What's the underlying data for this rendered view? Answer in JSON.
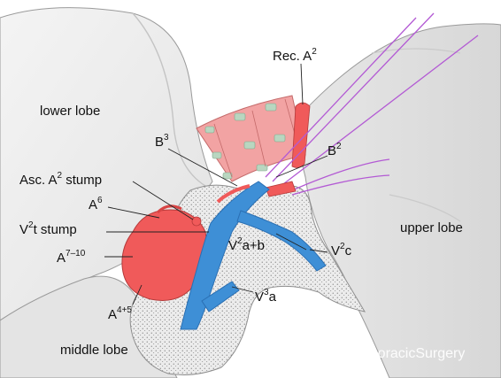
{
  "regions": {
    "lower_lobe": "lower lobe",
    "upper_lobe": "upper lobe",
    "middle_lobe": "middle lobe"
  },
  "labels": {
    "rec_a2": {
      "base": "Rec. A",
      "sup": "2"
    },
    "b3": {
      "base": "B",
      "sup": "3"
    },
    "b2": {
      "base": "B",
      "sup": "2"
    },
    "asc_a2_stump": {
      "base": "Asc. A",
      "sup": "2",
      "tail": " stump"
    },
    "a6": {
      "base": "A",
      "sup": "6"
    },
    "v2t_stump": {
      "base": "V",
      "sup": "2",
      "tail": "t stump"
    },
    "a7_10": {
      "base": "A",
      "sup": "7–10"
    },
    "a4_5": {
      "base": "A",
      "sup": "4+5"
    },
    "v2ab": {
      "base": "V",
      "sup": "2",
      "tail": "a+b"
    },
    "v2c": {
      "base": "V",
      "sup": "2",
      "tail": "c"
    },
    "v3a": {
      "base": "V",
      "sup": "3",
      "tail": "a"
    }
  },
  "watermark": {
    "icon": "wechat-logo-icon",
    "text": "ThoracicSurgery"
  },
  "colors": {
    "lung": "#ececec",
    "lung_shadow": "#cfcfcf",
    "outline": "#9a9a9a",
    "artery": "#f05a5a",
    "artery_dark": "#d84444",
    "vein": "#3e8fd6",
    "vein_dark": "#2a6fb3",
    "bronchus": "#f2a3a3",
    "cartilage": "#b9d6c0",
    "nerve": "#b35ad4",
    "stipple": "#e6e6e6"
  }
}
